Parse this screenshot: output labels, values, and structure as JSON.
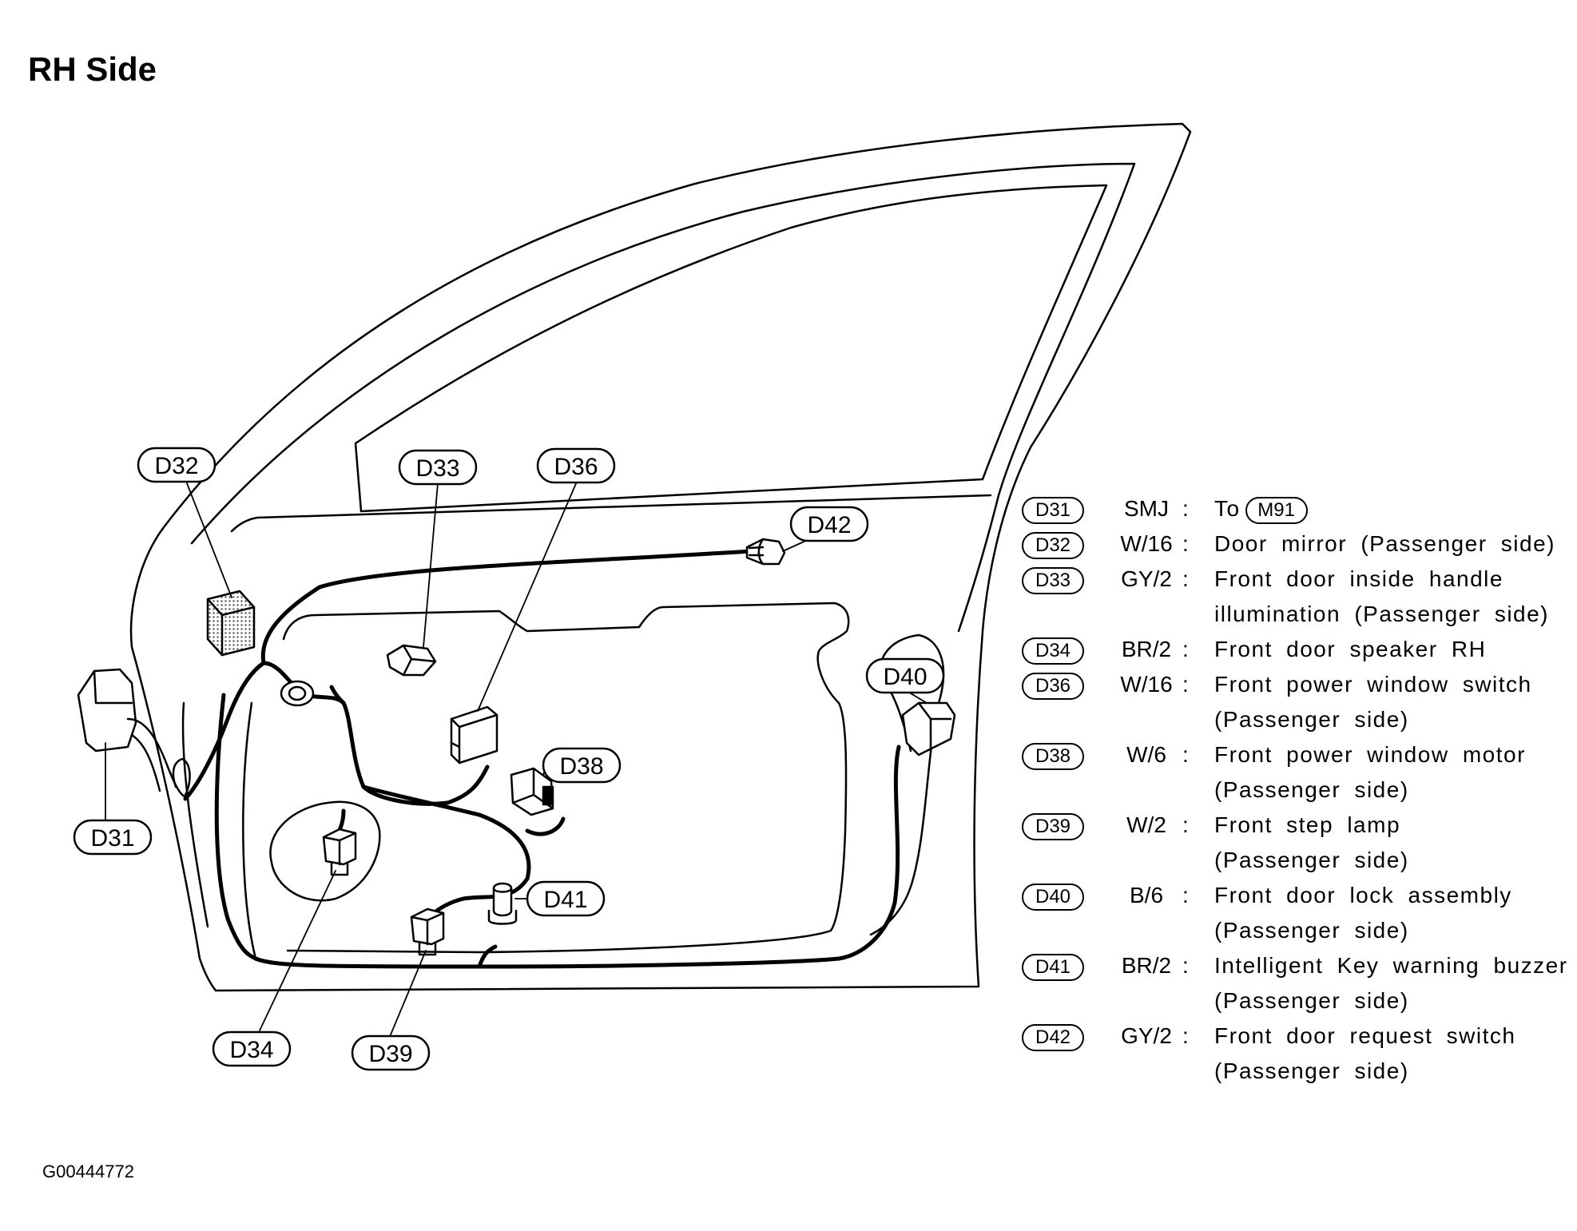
{
  "title": "RH Side",
  "figure_id": "G00444772",
  "callouts": [
    "D32",
    "D33",
    "D36",
    "D42",
    "D40",
    "D38",
    "D41",
    "D31",
    "D34",
    "D39"
  ],
  "legend": [
    {
      "code": "D31",
      "spec": "SMJ",
      "desc1": "To",
      "ref": "M91"
    },
    {
      "code": "D32",
      "spec": "W/16",
      "desc1": "Door mirror (Passenger side)"
    },
    {
      "code": "D33",
      "spec": "GY/2",
      "desc1": "Front door inside handle",
      "desc2": "illumination (Passenger side)"
    },
    {
      "code": "D34",
      "spec": "BR/2",
      "desc1": "Front door speaker RH"
    },
    {
      "code": "D36",
      "spec": "W/16",
      "desc1": "Front power window switch",
      "desc2": "(Passenger side)"
    },
    {
      "code": "D38",
      "spec": "W/6",
      "desc1": "Front power window motor",
      "desc2": "(Passenger side)"
    },
    {
      "code": "D39",
      "spec": "W/2",
      "desc1": "Front step lamp",
      "desc2": "(Passenger side)"
    },
    {
      "code": "D40",
      "spec": "B/6",
      "desc1": "Front door lock assembly",
      "desc2": "(Passenger side)"
    },
    {
      "code": "D41",
      "spec": "BR/2",
      "desc1": "Intelligent Key warning buzzer",
      "desc2": "(Passenger side)"
    },
    {
      "code": "D42",
      "spec": "GY/2",
      "desc1": "Front door request switch",
      "desc2": "(Passenger side)"
    }
  ],
  "colon": ":"
}
